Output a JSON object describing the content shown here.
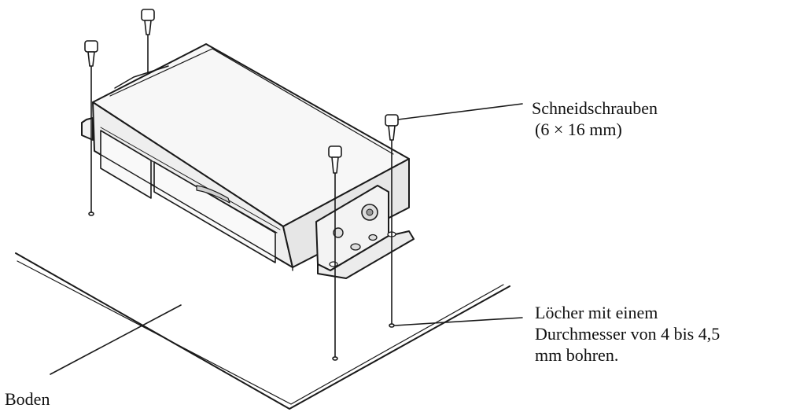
{
  "labels": {
    "screws": [
      "Schneidschrauben",
      "(6 × 16 mm)"
    ],
    "holes": [
      "Löcher mit einem",
      "Durchmesser von 4 bis 4,5",
      "mm bohren."
    ],
    "floor": "Boden"
  },
  "colors": {
    "line": "#1a1a1a",
    "unit_face": "#f4f4f4",
    "unit_shadow": "#d8d8d8",
    "background": "#ffffff"
  }
}
